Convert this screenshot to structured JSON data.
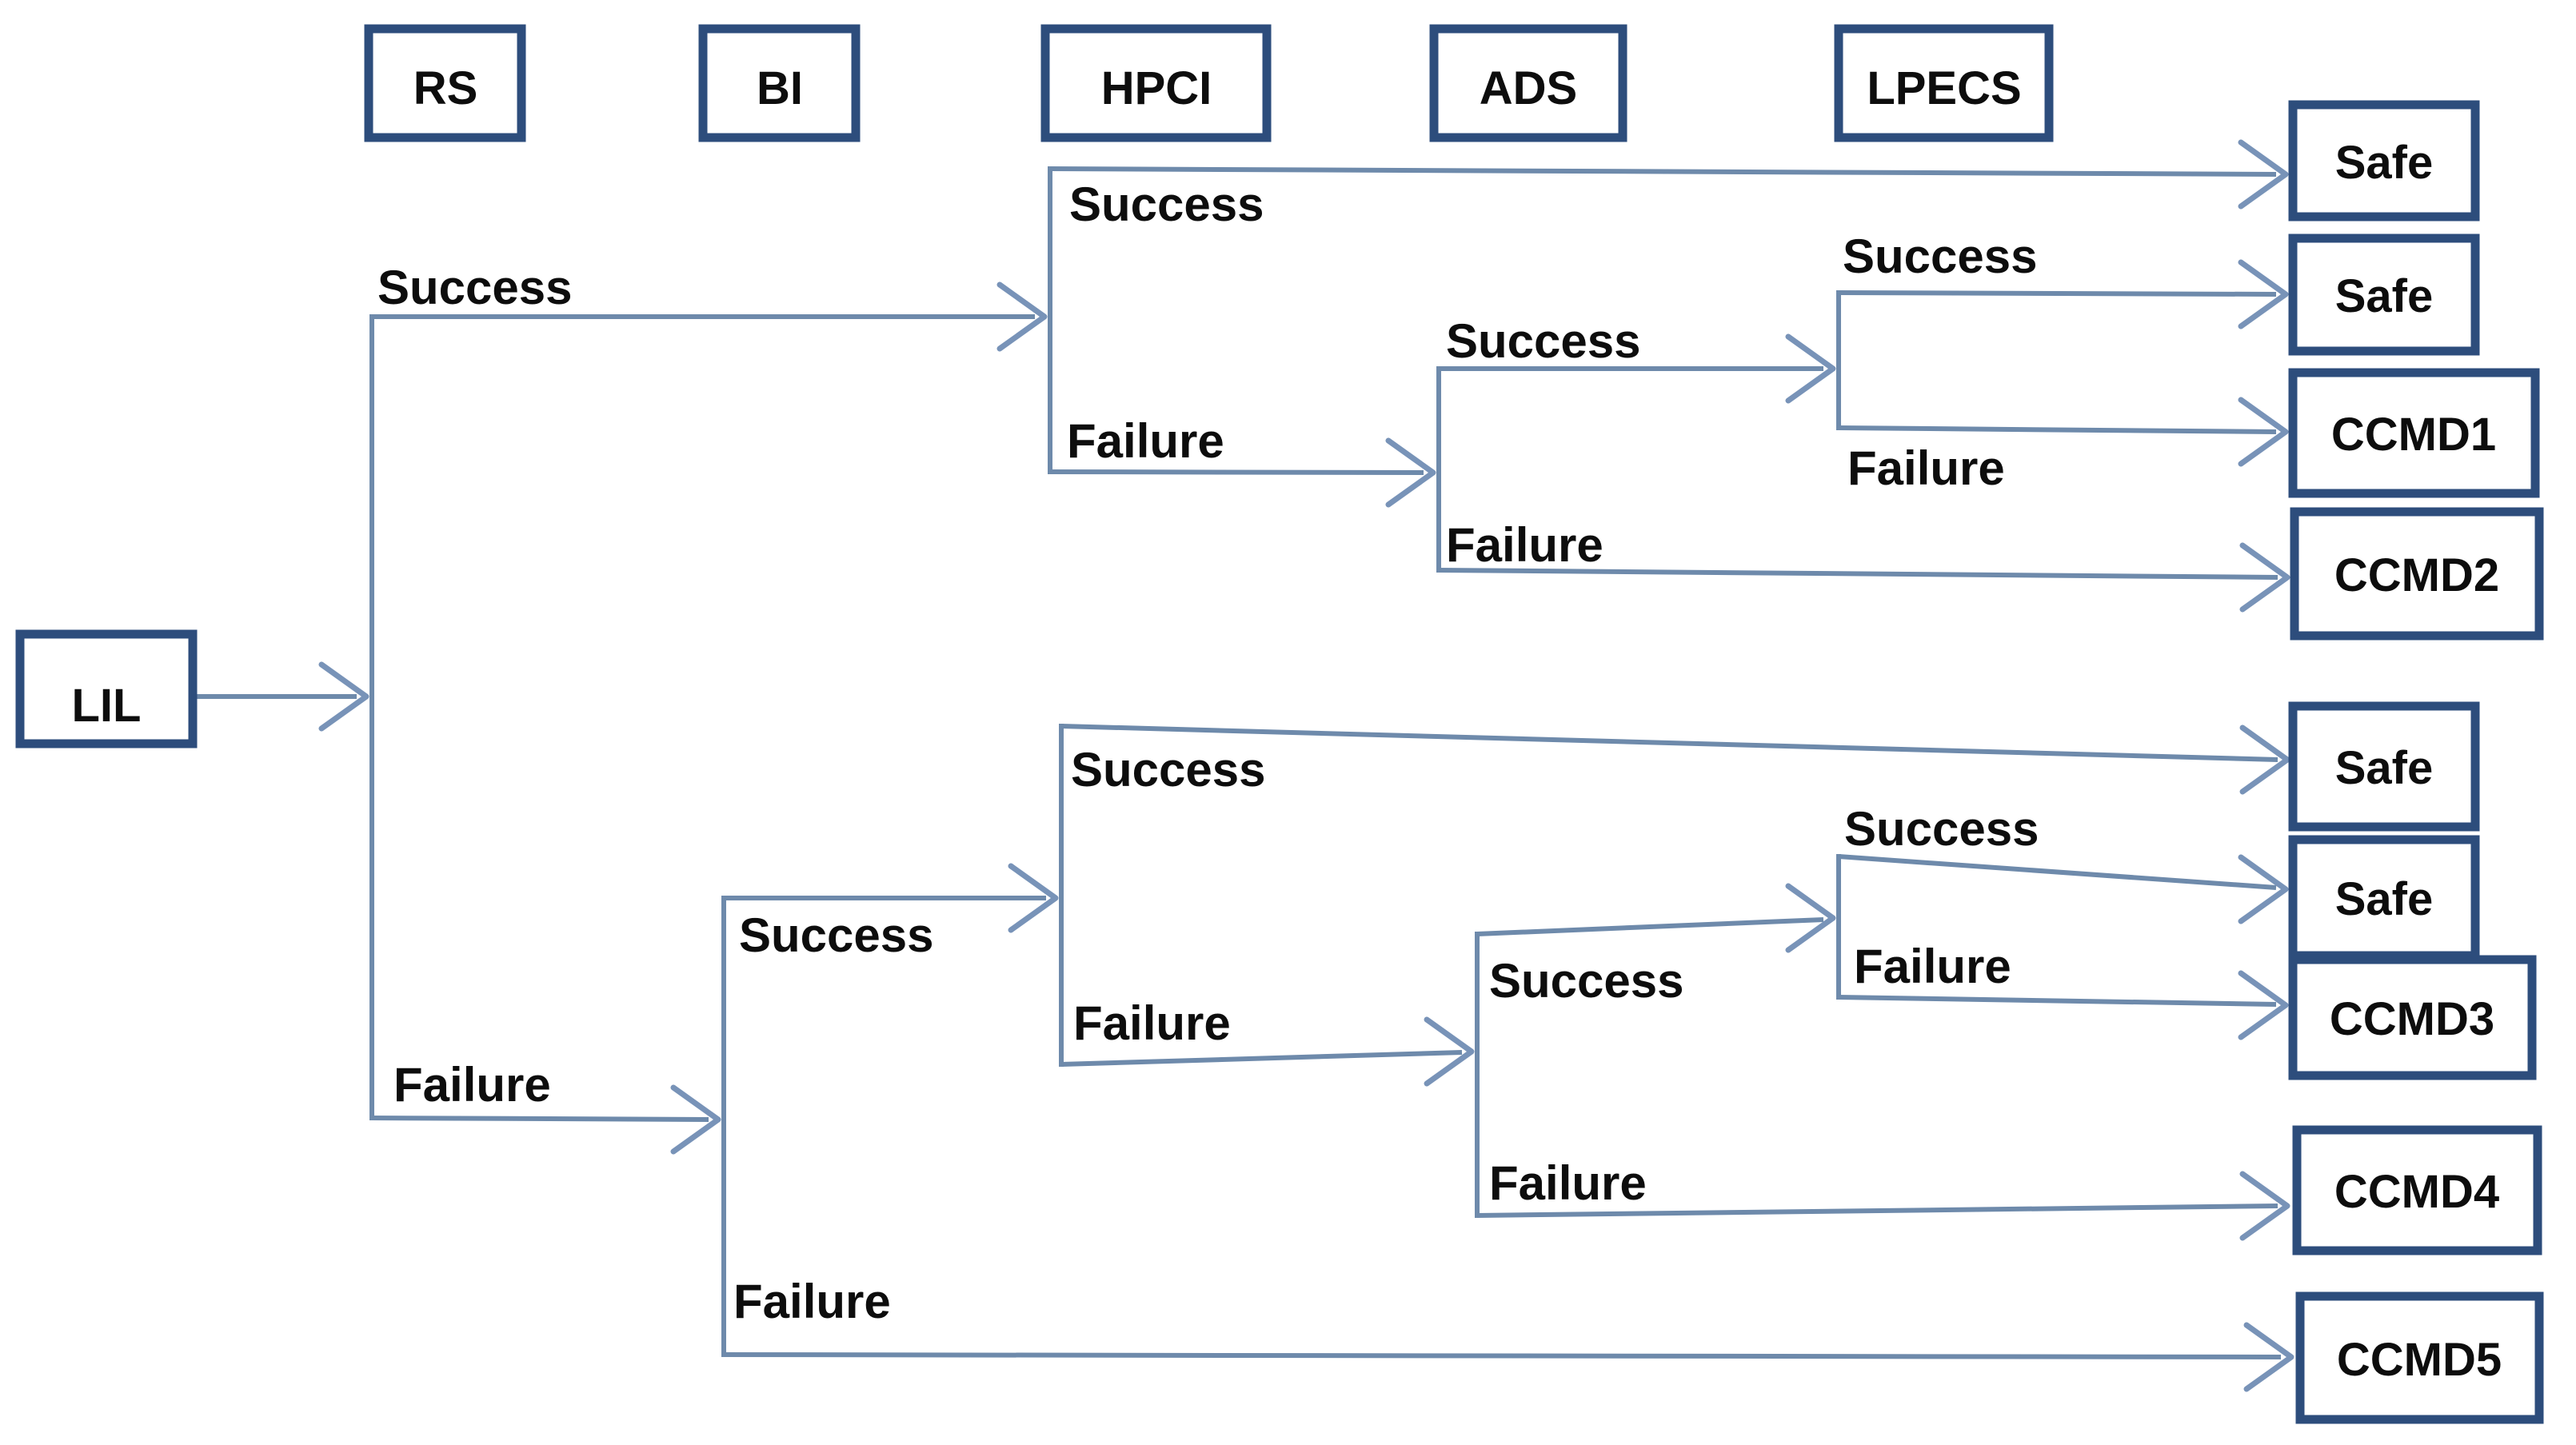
{
  "diagram": {
    "type": "event-tree",
    "columns": [
      {
        "id": "rs",
        "label": "RS"
      },
      {
        "id": "bi",
        "label": "BI"
      },
      {
        "id": "hpci",
        "label": "HPCI"
      },
      {
        "id": "ads",
        "label": "ADS"
      },
      {
        "id": "lpecs",
        "label": "LPECS"
      }
    ],
    "initiating_event": {
      "id": "lil",
      "label": "LIL"
    },
    "branch_labels": {
      "rs_success": "Success",
      "rs_failure": "Failure",
      "hpci1_success": "Success",
      "hpci1_failure": "Failure",
      "ads1_success": "Success",
      "ads1_failure": "Failure",
      "lpecs1_success": "Success",
      "lpecs1_failure": "Failure",
      "bi_success": "Success",
      "bi_failure": "Failure",
      "hpci2_success": "Success",
      "hpci2_failure": "Failure",
      "ads2_success": "Success",
      "ads2_failure": "Failure",
      "lpecs2_success": "Success",
      "lpecs2_failure": "Failure"
    },
    "end_states": [
      {
        "id": "e1",
        "label": "Safe"
      },
      {
        "id": "e2",
        "label": "Safe"
      },
      {
        "id": "e3",
        "label": "CCMD1"
      },
      {
        "id": "e4",
        "label": "CCMD2"
      },
      {
        "id": "e5",
        "label": "Safe"
      },
      {
        "id": "e6",
        "label": "Safe"
      },
      {
        "id": "e7",
        "label": "CCMD3"
      },
      {
        "id": "e8",
        "label": "CCMD4"
      },
      {
        "id": "e9",
        "label": "CCMD5"
      }
    ],
    "sequences": [
      {
        "branches": [
          "RS Success",
          "HPCI Success"
        ],
        "outcome": "Safe"
      },
      {
        "branches": [
          "RS Success",
          "HPCI Failure",
          "ADS Success",
          "LPECS Success"
        ],
        "outcome": "Safe"
      },
      {
        "branches": [
          "RS Success",
          "HPCI Failure",
          "ADS Success",
          "LPECS Failure"
        ],
        "outcome": "CCMD1"
      },
      {
        "branches": [
          "RS Success",
          "HPCI Failure",
          "ADS Failure"
        ],
        "outcome": "CCMD2"
      },
      {
        "branches": [
          "RS Failure",
          "BI Success",
          "HPCI Success"
        ],
        "outcome": "Safe"
      },
      {
        "branches": [
          "RS Failure",
          "BI Success",
          "HPCI Failure",
          "ADS Success",
          "LPECS Success"
        ],
        "outcome": "Safe"
      },
      {
        "branches": [
          "RS Failure",
          "BI Success",
          "HPCI Failure",
          "ADS Success",
          "LPECS Failure"
        ],
        "outcome": "CCMD3"
      },
      {
        "branches": [
          "RS Failure",
          "BI Success",
          "HPCI Failure",
          "ADS Failure"
        ],
        "outcome": "CCMD4"
      },
      {
        "branches": [
          "RS Failure",
          "BI Failure"
        ],
        "outcome": "CCMD5"
      }
    ],
    "colors": {
      "background": "#ffffff",
      "connector_line": "#6e8aab",
      "arrowhead": "#7893b8",
      "box_border": "#2d4d7c",
      "box_fill": "#ffffff",
      "text": "#0d0d0d"
    }
  }
}
